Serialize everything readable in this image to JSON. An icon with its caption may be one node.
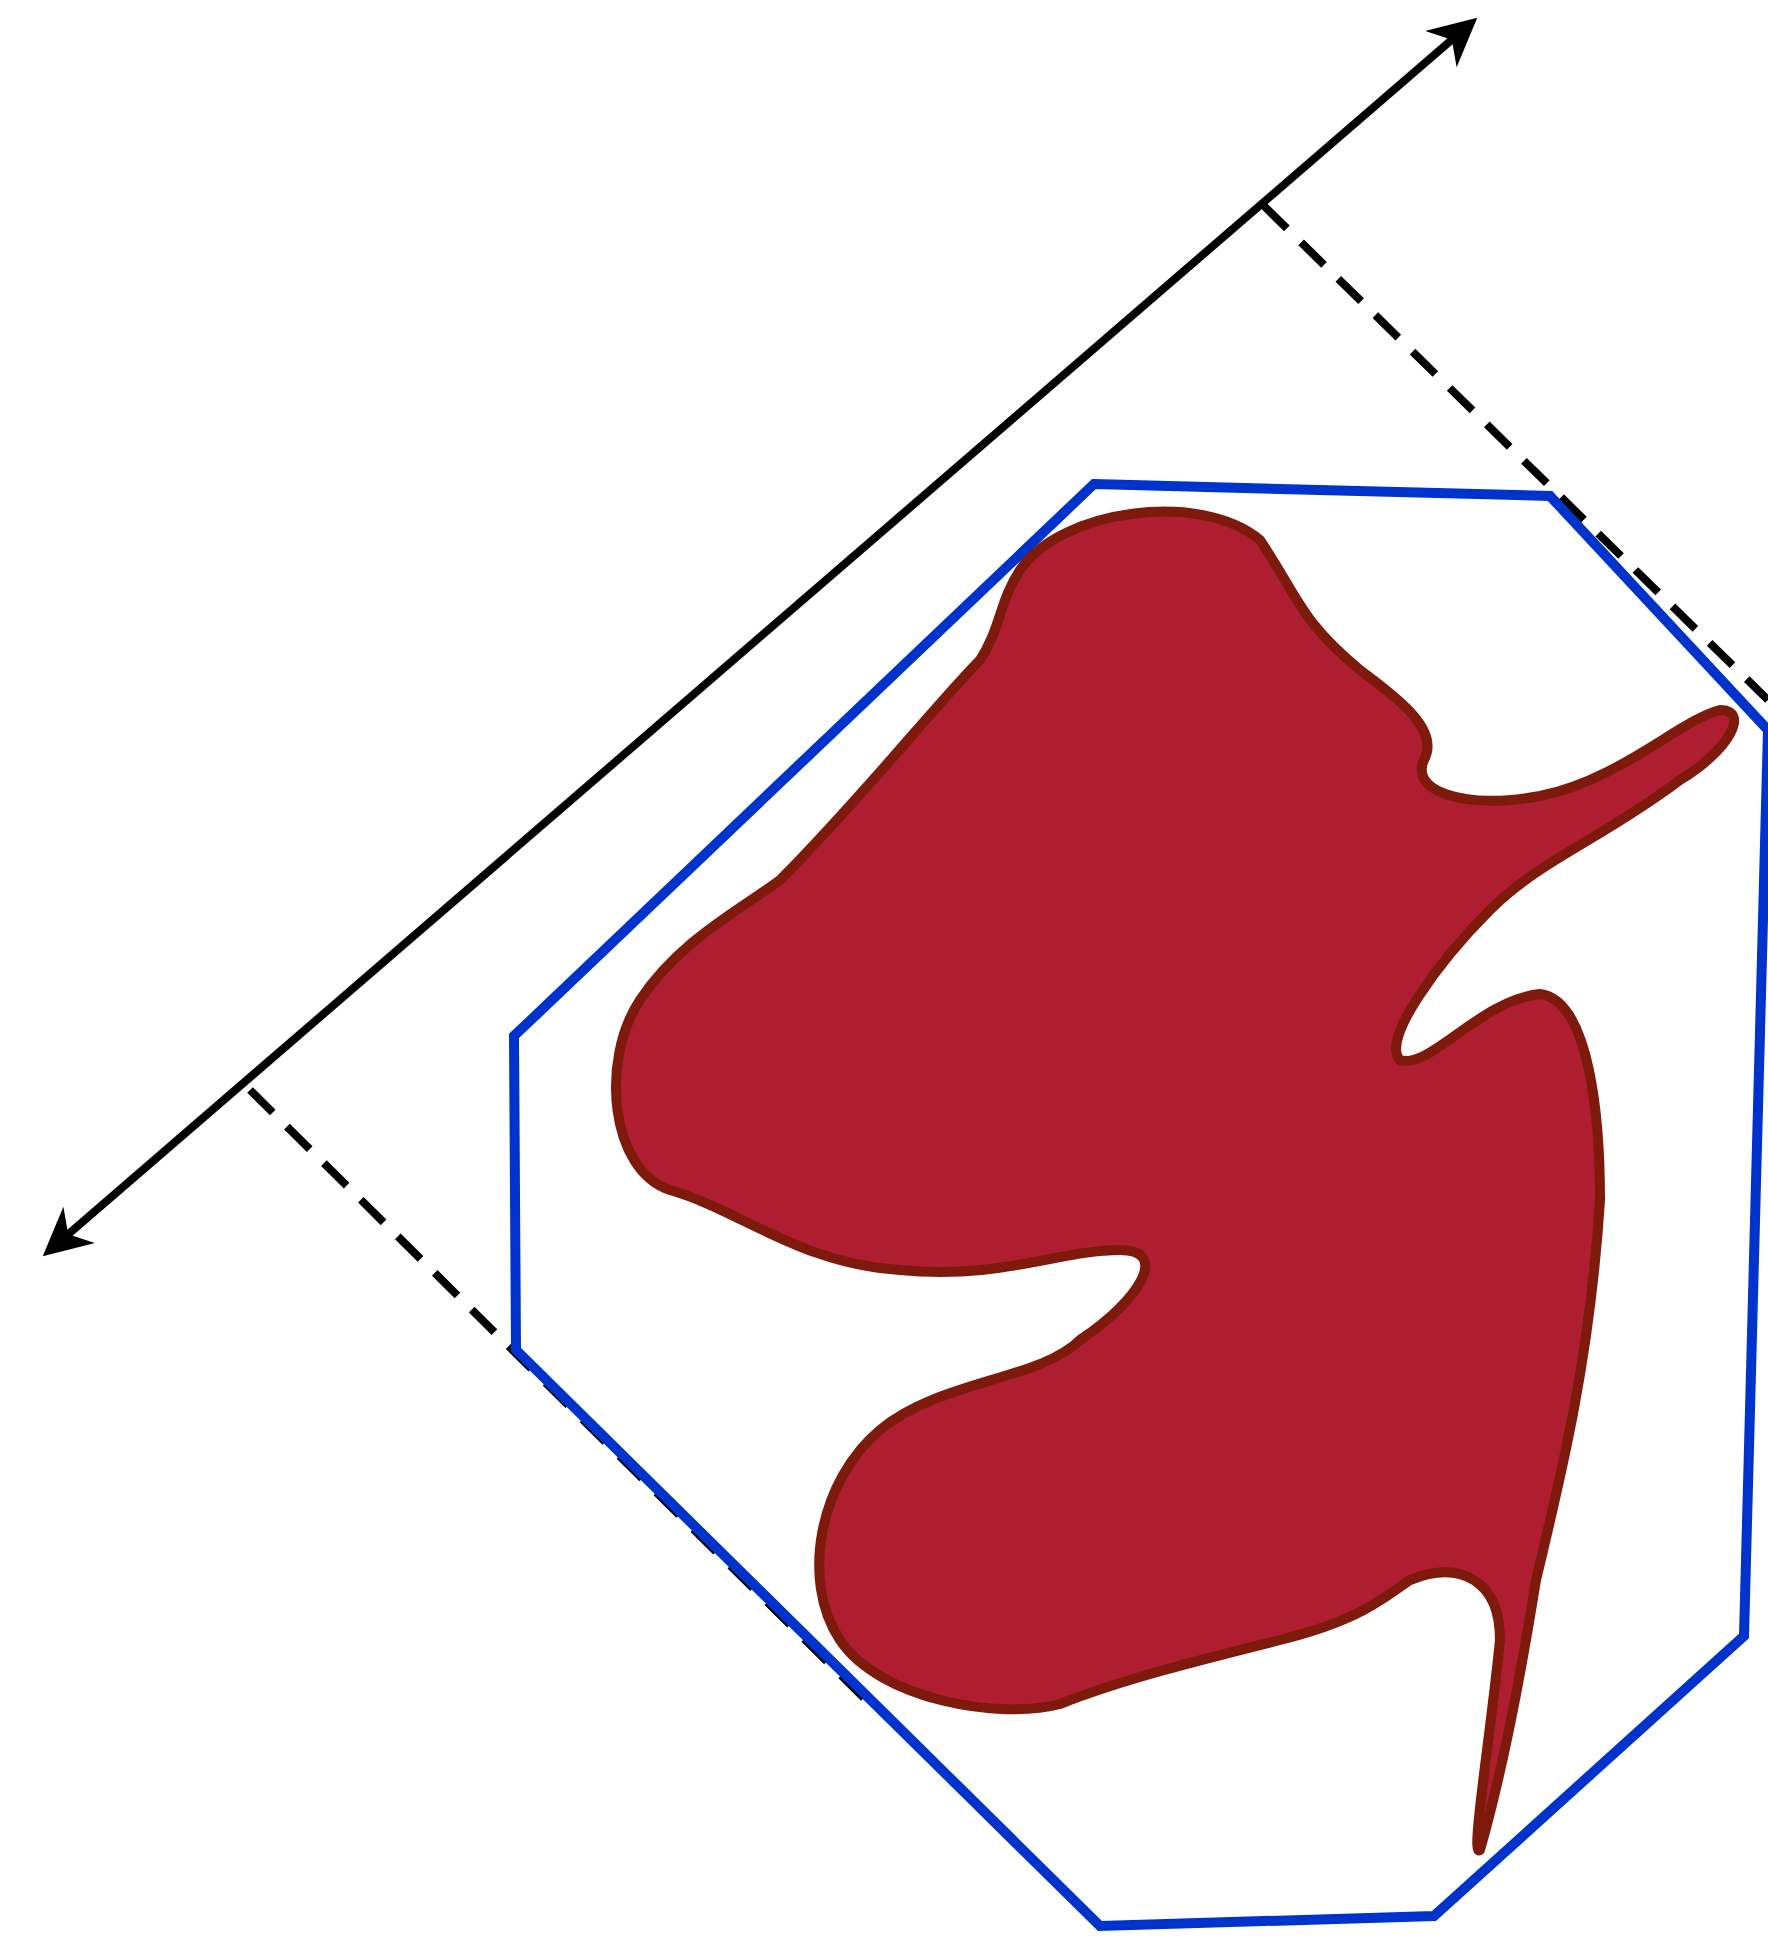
{
  "diagram": {
    "nodes": [
      {
        "text": [],
        "shape": "octagon"
      },
      {
        "text": [],
        "shape": "blob",
        "in": 0
      }
    ]
  }
}
